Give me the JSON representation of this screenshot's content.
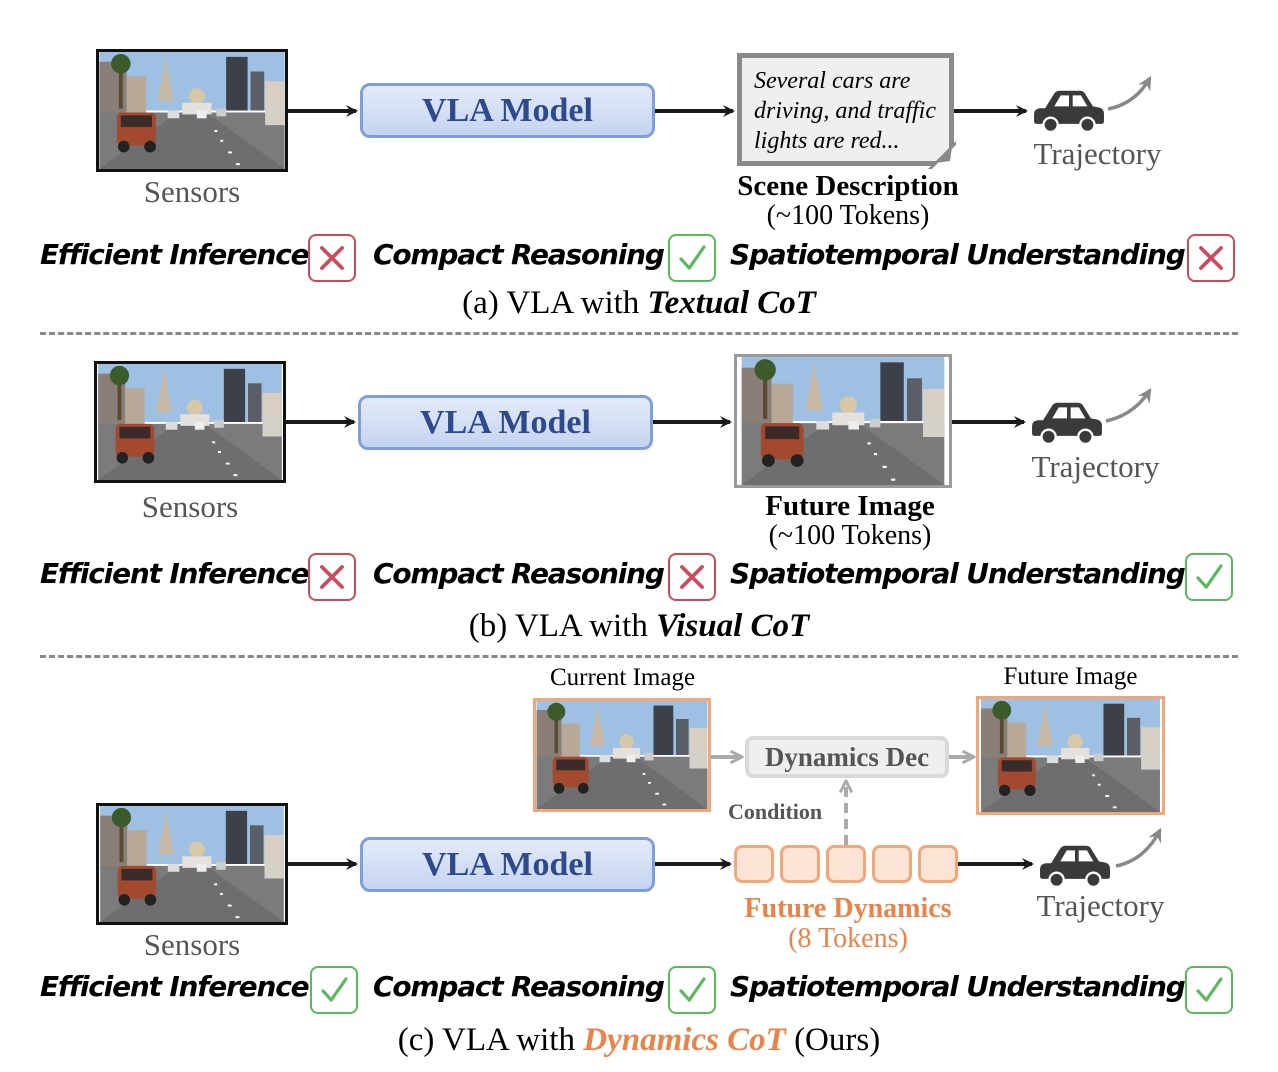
{
  "panels": {
    "a": {
      "sensors_label": "Sensors",
      "model_label": "VLA Model",
      "scene_text": [
        "Several cars are",
        "driving, and traffic",
        "lights are red..."
      ],
      "output_title": "Scene Description",
      "output_tokens": "(~100 Tokens)",
      "trajectory_label": "Trajectory",
      "caption_prefix": "(a) VLA with ",
      "caption_emph": "Textual CoT",
      "caption_suffix": ""
    },
    "b": {
      "sensors_label": "Sensors",
      "model_label": "VLA Model",
      "output_title": "Future Image",
      "output_tokens": "(~100 Tokens)",
      "trajectory_label": "Trajectory",
      "caption_prefix": "(b) VLA with ",
      "caption_emph": "Visual CoT",
      "caption_suffix": ""
    },
    "c": {
      "sensors_label": "Sensors",
      "model_label": "VLA Model",
      "current_image_label": "Current Image",
      "future_image_label": "Future Image",
      "decoder_label": "Dynamics Dec",
      "condition_label": "Condition",
      "output_title": "Future Dynamics",
      "output_tokens": "(8 Tokens)",
      "trajectory_label": "Trajectory",
      "caption_prefix": "(c) VLA with ",
      "caption_emph": "Dynamics CoT",
      "caption_suffix": " (Ours)"
    }
  },
  "features": {
    "labels": [
      "Efficient Inference",
      "Compact Reasoning",
      "Spatiotemporal Understanding"
    ],
    "a": [
      "no",
      "yes",
      "no"
    ],
    "b": [
      "no",
      "no",
      "yes"
    ],
    "c": [
      "yes",
      "yes",
      "yes"
    ]
  },
  "colors": {
    "vla_blue": "#2d4a8c",
    "check_green": "#5cb85c",
    "cross_red": "#c94b5c",
    "ours_orange": "#e8834a",
    "token_fill": "#fbe3d6"
  }
}
